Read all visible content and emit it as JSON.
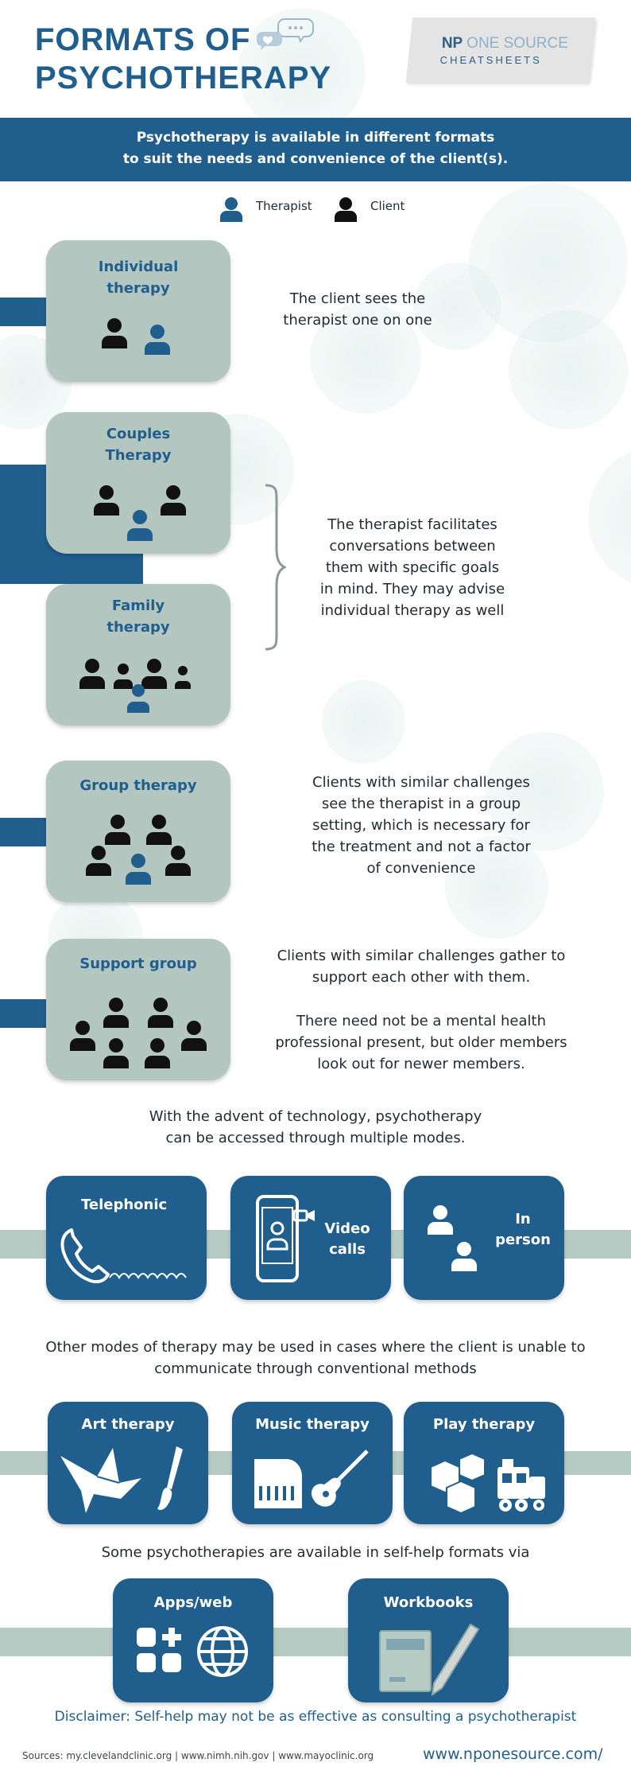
{
  "header": {
    "title_line1": "FORMATS OF",
    "title_line2": "PSYCHOTHERAPY",
    "logo_np": "NP",
    "logo_one_source": "ONE SOURCE",
    "logo_sub": "CHEATSHEETS"
  },
  "banner": {
    "line1": "Psychotherapy is available in different formats",
    "line2": "to suit the needs and convenience of the client(s)."
  },
  "legend": {
    "therapist": "Therapist",
    "client": "Client"
  },
  "formats": {
    "individual": {
      "title_line1": "Individual",
      "title_line2": "therapy",
      "desc_line1": "The client sees the",
      "desc_line2": "therapist one on one"
    },
    "couples": {
      "title_line1": "Couples",
      "title_line2": "Therapy"
    },
    "family": {
      "title_line1": "Family",
      "title_line2": "therapy"
    },
    "couples_family_desc": [
      "The therapist facilitates",
      "conversations between",
      "them with specific goals",
      "in mind. They may advise",
      "individual therapy as well"
    ],
    "group": {
      "title": "Group therapy",
      "desc": [
        "Clients with similar challenges",
        "see the therapist in a group",
        "setting, which is necessary for",
        "the treatment and not a factor",
        "of convenience"
      ]
    },
    "support": {
      "title": "Support group",
      "desc1": [
        "Clients with similar challenges gather to",
        "support each other with them."
      ],
      "desc2": [
        "There need not be a mental health",
        "professional present, but older members",
        "look out for newer members."
      ]
    }
  },
  "technology": {
    "intro": [
      "With the advent of technology, psychotherapy",
      "can be accessed through multiple modes."
    ],
    "modes": {
      "telephonic": "Telephonic",
      "video_line1": "Video",
      "video_line2": "calls",
      "inperson_line1": "In",
      "inperson_line2": "person"
    }
  },
  "other_modes": {
    "intro": [
      "Other modes of therapy may be used in cases where the client is unable to",
      "communicate through conventional methods"
    ],
    "art": "Art therapy",
    "music": "Music therapy",
    "play": "Play therapy"
  },
  "self_help": {
    "intro": "Some psychotherapies are available in self-help formats via",
    "apps": "Apps/web",
    "workbooks": "Workbooks"
  },
  "footer": {
    "disclaimer": "Disclaimer: Self-help may not be as effective as consulting a psychotherapist",
    "sources": "Sources: my.clevelandclinic.org | www.nimh.nih.gov | www.mayoclinic.org",
    "website": "www.nponesource.com/"
  },
  "colors": {
    "brand_blue": "#205e8e",
    "card_sage": "#b3c6bf",
    "client_black": "#111111"
  }
}
